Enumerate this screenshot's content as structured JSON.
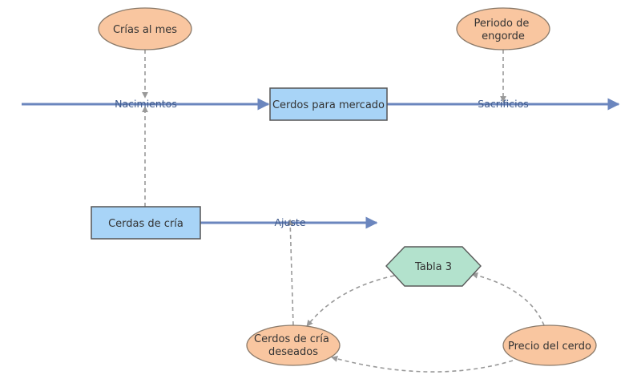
{
  "colors": {
    "flow": "#6B86BE",
    "stock_fill": "#A8D4F7",
    "stock_stroke": "#555555",
    "aux_fill": "#F9C6A0",
    "aux_stroke": "#8a7a6a",
    "table_fill": "#B3E2CD",
    "table_stroke": "#5a5a5a",
    "link": "#999999"
  },
  "stocks": {
    "cerdos_mercado": "Cerdos para mercado",
    "cerdas_cria": "Cerdas de cría"
  },
  "flows": {
    "nacimientos": "Nacimientos",
    "sacrificios": "Sacrificios",
    "ajuste": "Ajuste"
  },
  "variables": {
    "crias_mes": "Crías al mes",
    "periodo_engorde": [
      "Periodo de",
      "engorde"
    ],
    "cerdos_cria_deseados": [
      "Cerdos de cría",
      "deseados"
    ],
    "precio_cerdo": "Precio del cerdo"
  },
  "table": {
    "tabla3": "Tabla 3"
  }
}
